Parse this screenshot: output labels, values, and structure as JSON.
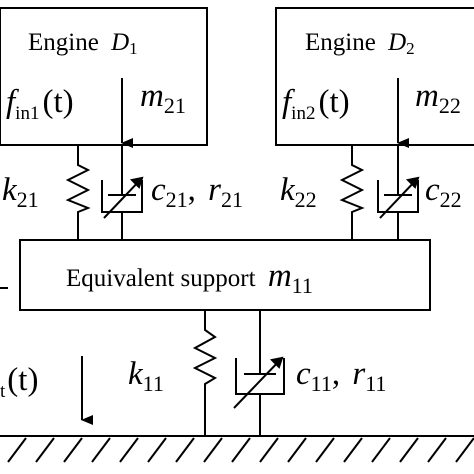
{
  "engine1": {
    "label": "Engine",
    "name": "D",
    "subscript": "1",
    "force_base": "f",
    "force_sub": "in1",
    "force_arg": "(t)",
    "mass_base": "m",
    "mass_sub": "21"
  },
  "engine2": {
    "label": "Engine",
    "name": "D",
    "subscript": "2",
    "force_base": "f",
    "force_sub": "in2",
    "force_arg": "(t)",
    "mass_base": "m",
    "mass_sub": "22"
  },
  "spring1": {
    "k_base": "k",
    "k_sub": "21",
    "c_base": "c",
    "c_sub": "21",
    "sep": ",",
    "r_base": "r",
    "r_sub": "21"
  },
  "spring2": {
    "k_base": "k",
    "k_sub": "22",
    "c_base": "c",
    "c_sub": "22"
  },
  "support": {
    "label": "Equivalent support",
    "mass_base": "m",
    "mass_sub": "11"
  },
  "ground_mount": {
    "k_base": "k",
    "k_sub": "11",
    "c_base": "c",
    "c_sub": "11",
    "sep": ",",
    "r_base": "r",
    "r_sub": "11"
  },
  "external_force": {
    "sub": "t",
    "arg": "(t)"
  }
}
